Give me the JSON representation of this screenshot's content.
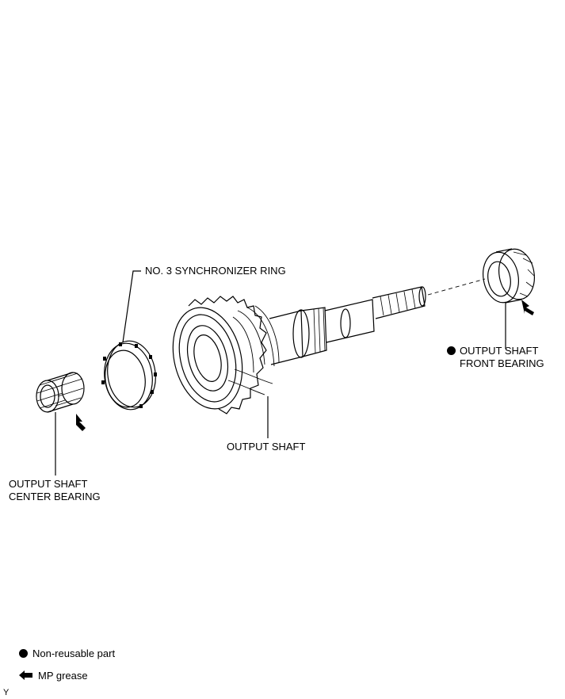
{
  "labels": {
    "sync_ring": "NO. 3 SYNCHRONIZER RING",
    "front_bearing_line1": "OUTPUT SHAFT",
    "front_bearing_line2": "FRONT BEARING",
    "output_shaft": "OUTPUT SHAFT",
    "center_bearing_line1": "OUTPUT SHAFT",
    "center_bearing_line2": "CENTER BEARING"
  },
  "legend": {
    "non_reusable": "Non-reusable part",
    "mp_grease": "MP grease"
  },
  "corner_code": "Y"
}
